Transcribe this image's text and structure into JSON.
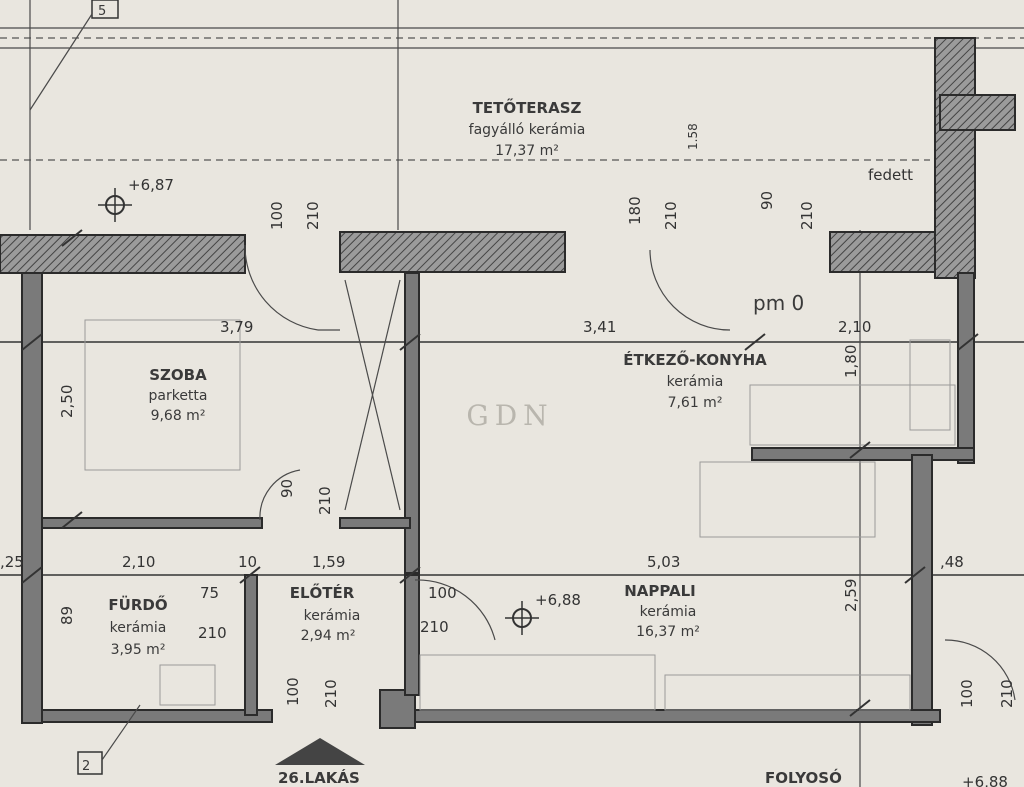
{
  "rooms": {
    "terrace": {
      "name": "TETŐTERASZ",
      "material": "fagyálló kerámia",
      "area": "17,37 m²"
    },
    "room": {
      "name": "SZOBA",
      "material": "parketta",
      "area": "9,68 m²"
    },
    "kitchen": {
      "name": "ÉTKEZŐ-KONYHA",
      "material": "kerámia",
      "area": "7,61 m²"
    },
    "bathroom": {
      "name": "FÜRDŐ",
      "material": "kerámia",
      "area": "3,95 m²"
    },
    "hall": {
      "name": "ELŐTÉR",
      "material": "kerámia",
      "area": "2,94 m²"
    },
    "living": {
      "name": "NAPPALI",
      "material": "kerámia",
      "area": "16,37 m²"
    },
    "corridor": {
      "name": "FOLYOSÓ"
    }
  },
  "levels": {
    "terrace": "+6,87",
    "living": "+6,88",
    "corner": "+6,88",
    "pm": "pm 0"
  },
  "notes": {
    "covered": "fedett",
    "apartment": "26.LAKÁS",
    "marker_top": "5",
    "marker_bottom": "2",
    "watermark": "GDN",
    "slope": "1.58"
  },
  "dimensions": {
    "door1_w": "100",
    "door1_h": "210",
    "door2_w": "180",
    "door2_h": "210",
    "door3_w": "90",
    "door3_h": "210",
    "room_w": "3,79",
    "kitchen_w": "3,41",
    "side_w": "2,10",
    "room_h": "2,50",
    "kitchen_h": "1,80",
    "door4_w": "90",
    "door4_h": "210",
    "c1": ",25",
    "bath_w": "2,10",
    "c2": "10",
    "hall_w": "1,59",
    "living_w": "5,03",
    "right_w": ",48",
    "bath_door_w": "75",
    "bath_door_h": "210",
    "entry_w": "100",
    "entry_h": "210",
    "bath_h": "89",
    "living_h": "2,59",
    "wc_w": "100",
    "wc_h": "210",
    "right_door_w": "100",
    "right_door_h": "210"
  }
}
